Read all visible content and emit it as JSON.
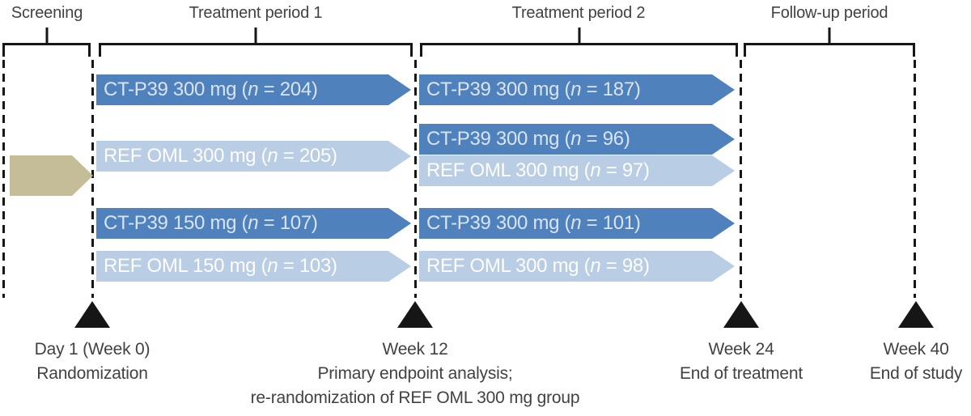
{
  "figure": {
    "type": "clinical-study-design-timeline"
  },
  "periods": [
    {
      "label": "Screening"
    },
    {
      "label": "Treatment period 1"
    },
    {
      "label": "Treatment period 2"
    },
    {
      "label": "Follow-up period"
    }
  ],
  "arms": {
    "treatment_period_1": [
      {
        "prefix": "CT-P39 300 mg (",
        "n_var": "n",
        "suffix": " = 204)",
        "style": "dark"
      },
      {
        "prefix": "REF OML 300 mg (",
        "n_var": "n",
        "suffix": " = 205)",
        "style": "light"
      },
      {
        "prefix": "CT-P39 150 mg (",
        "n_var": "n",
        "suffix": " = 107)",
        "style": "dark"
      },
      {
        "prefix": "REF OML 150 mg (",
        "n_var": "n",
        "suffix": " = 103)",
        "style": "light"
      }
    ],
    "treatment_period_2": [
      {
        "prefix": "CT-P39 300 mg (",
        "n_var": "n",
        "suffix": " = 187)",
        "style": "dark"
      },
      {
        "prefix": "CT-P39 300 mg (",
        "n_var": "n",
        "suffix": " = 96)",
        "style": "dark"
      },
      {
        "prefix": "REF OML 300 mg (",
        "n_var": "n",
        "suffix": " = 97)",
        "style": "light"
      },
      {
        "prefix": "CT-P39 300 mg (",
        "n_var": "n",
        "suffix": " = 101)",
        "style": "dark"
      },
      {
        "prefix": "REF OML 300 mg (",
        "n_var": "n",
        "suffix": " = 98)",
        "style": "light"
      }
    ]
  },
  "milestones": [
    {
      "lines": [
        "Day 1 (Week 0)",
        "Randomization"
      ]
    },
    {
      "lines": [
        "Week 12",
        "Primary endpoint analysis;",
        "re-randomization of REF OML 300 mg group"
      ]
    },
    {
      "lines": [
        "Week 24",
        "End of treatment"
      ]
    },
    {
      "lines": [
        "Week 40",
        "End of study"
      ]
    }
  ],
  "colors": {
    "dark_blue": "#4F81BD",
    "light_blue": "#B9CDE5",
    "tan": "#C4BD97",
    "marker_black": "#161616",
    "label_gray": "#424242"
  }
}
